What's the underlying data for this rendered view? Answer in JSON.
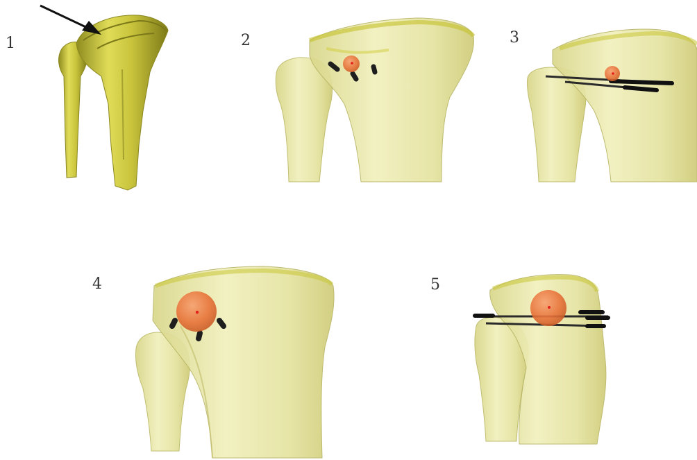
{
  "panels": [
    {
      "label": "1"
    },
    {
      "label": "2"
    },
    {
      "label": "3"
    },
    {
      "label": "4"
    },
    {
      "label": "5"
    }
  ],
  "colors": {
    "bone_solid": "#d4d046",
    "bone_translucent": "#e9e8a6",
    "bone_outline": "#a9a53c",
    "target_sphere": "#e8733a",
    "target_center": "#e3201b",
    "wire": "#1e1e1e",
    "arrow": "#111111"
  }
}
